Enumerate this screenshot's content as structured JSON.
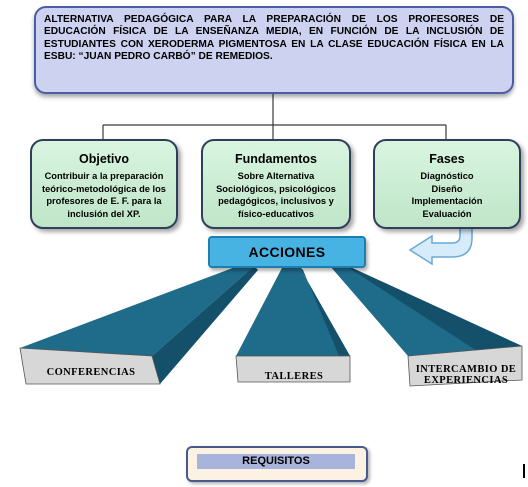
{
  "title": "ALTERNATIVA PEDAGÓGICA PARA LA PREPARACIÓN DE LOS PROFESORES DE EDUCACIÓN FÍSICA DE LA ENSEÑANZA MEDIA, EN FUNCIÓN DE LA INCLUSIÓN DE ESTUDIANTES CON XERODERMA PIGMENTOSA EN LA CLASE EDUCACIÓN FÍSICA EN LA ESBU: “JUAN PEDRO CARBÓ” DE REMEDIOS.",
  "cards": [
    {
      "title": "Objetivo",
      "lines": [
        "Contribuir a la preparación",
        "teórico-metodológica de los",
        "profesores de E. F. para la",
        "inclusión del XP."
      ]
    },
    {
      "title": "Fundamentos",
      "lines": [
        "Sobre Alternativa",
        "Sociológicos, psicológicos",
        "pedagógicos, inclusivos y",
        "físico-educativos"
      ]
    },
    {
      "title": "Fases",
      "lines": [
        "Diagnóstico",
        "Diseño",
        "Implementación",
        "Evaluación"
      ]
    }
  ],
  "acciones": "ACCIONES",
  "actions": [
    {
      "lines": [
        "CONFERENCIAS"
      ]
    },
    {
      "lines": [
        "TALLERES"
      ]
    },
    {
      "lines": [
        "INTERCAMBIO DE",
        "EXPERIENCIAS"
      ]
    }
  ],
  "requisitos": "REQUISITOS",
  "colors": {
    "title_fill": "#cdd2f0",
    "card_fill": "#c9ecd2",
    "acciones_fill": "#47b3e3",
    "funnel_fill": "#1f6b8a",
    "action_box_fill": "#d7d7d7",
    "requisitos_fill": "#a8b4dc"
  }
}
